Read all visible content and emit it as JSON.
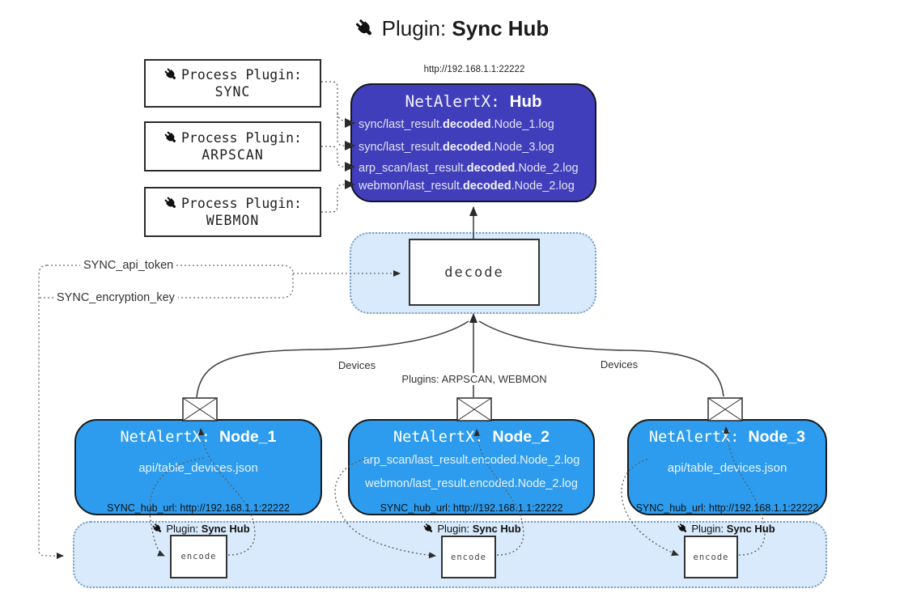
{
  "title": {
    "prefix": "Plugin: ",
    "bold": "Sync Hub"
  },
  "process_plugins": [
    {
      "line1": "Process Plugin:",
      "name": "SYNC"
    },
    {
      "line1": "Process Plugin:",
      "name": "ARPSCAN"
    },
    {
      "line1": "Process Plugin:",
      "name": "WEBMON"
    }
  ],
  "hub": {
    "url": "http://192.168.1.1:22222",
    "title_mono": "NetAlertX: ",
    "title_bold": "Hub",
    "lines": [
      {
        "prefix": "sync/last_result.",
        "bold": "decoded",
        "suffix": ".Node_1.log"
      },
      {
        "prefix": "sync/last_result.",
        "bold": "decoded",
        "suffix": ".Node_3.log"
      },
      {
        "prefix": "arp_scan/last_result.",
        "bold": "decoded",
        "suffix": ".Node_2.log"
      },
      {
        "prefix": "webmon/last_result.",
        "bold": "decoded",
        "suffix": ".Node_2.log"
      }
    ]
  },
  "decode_label": "decode",
  "tokens": {
    "api_token": "SYNC_api_token",
    "encryption_key": "SYNC_encryption_key"
  },
  "edge_labels": {
    "devices_left": "Devices",
    "plugins_mid": "Plugins: ARPSCAN, WEBMON",
    "devices_right": "Devices"
  },
  "nodes": [
    {
      "title_mono": "NetAlertX: ",
      "title_bold": "Node_1",
      "lines": [
        "api/table_devices.json"
      ],
      "hub_url": "SYNC_hub_url: http://192.168.1.1:22222"
    },
    {
      "title_mono": "NetAlertX: ",
      "title_bold": "Node_2",
      "lines": [
        "arp_scan/last_result.encoded.Node_2.log",
        "webmon/last_result.encoded.Node_2.log"
      ],
      "hub_url": "SYNC_hub_url: http://192.168.1.1:22222"
    },
    {
      "title_mono": "NetAlertX: ",
      "title_bold": "Node_3",
      "lines": [
        "api/table_devices.json"
      ],
      "hub_url": "SYNC_hub_url: http://192.168.1.1:22222"
    }
  ],
  "band": {
    "groups": [
      {
        "label_prefix": "Plugin: ",
        "label_bold": "Sync Hub",
        "encode": "encode"
      },
      {
        "label_prefix": "Plugin: ",
        "label_bold": "Sync Hub",
        "encode": "encode"
      },
      {
        "label_prefix": "Plugin: ",
        "label_bold": "Sync Hub",
        "encode": "encode"
      }
    ]
  },
  "colors": {
    "hub_bg": "#413EBC",
    "node_bg": "#2D9CEE",
    "band_bg": "#D8EAFB",
    "band_border": "#7A9CC6"
  }
}
